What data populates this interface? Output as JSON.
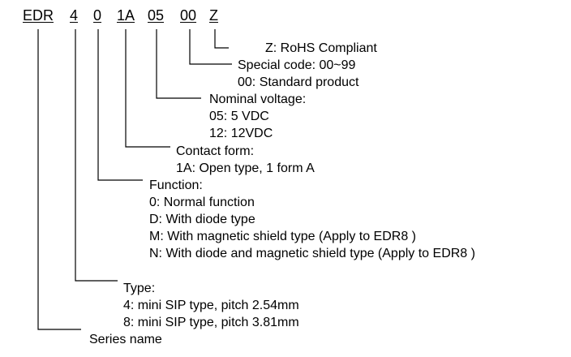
{
  "code_parts": {
    "series": "EDR",
    "type": "4",
    "function": "0",
    "contact": "1A",
    "voltage": "05",
    "special": "00",
    "rohs": "Z"
  },
  "rohs": {
    "title": "Z: RoHS Compliant"
  },
  "special_code": {
    "title": "Special code: 00~99",
    "items": [
      "00: Standard product"
    ]
  },
  "nominal_voltage": {
    "title": "Nominal voltage:",
    "items": [
      "05: 5 VDC",
      "12: 12VDC"
    ]
  },
  "contact_form": {
    "title": "Contact form:",
    "items": [
      "1A: Open type, 1 form A"
    ]
  },
  "function": {
    "title": "Function:",
    "items": [
      "0: Normal function",
      "D: With diode type",
      "M: With magnetic shield type (Apply to EDR8 )",
      "N: With diode and magnetic shield type (Apply to EDR8 )"
    ]
  },
  "type": {
    "title": "Type:",
    "items": [
      "4: mini SIP type, pitch 2.54mm",
      "8: mini SIP type, pitch 3.81mm"
    ]
  },
  "series": {
    "title": "Series name"
  }
}
